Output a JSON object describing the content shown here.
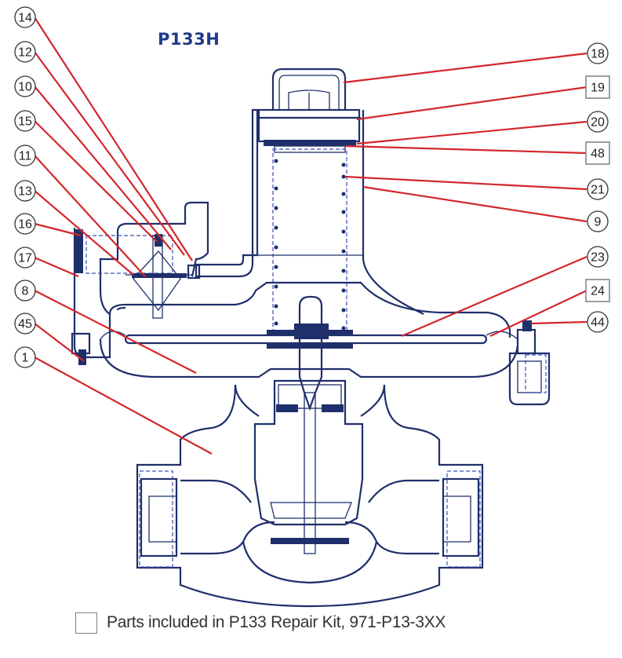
{
  "title": "P133H",
  "legend": {
    "text": "Parts included in P133 Repair Kit, 971-P13-3XX"
  },
  "callouts": [
    {
      "id": "14",
      "shape": "circle"
    },
    {
      "id": "12",
      "shape": "circle"
    },
    {
      "id": "10",
      "shape": "circle"
    },
    {
      "id": "15",
      "shape": "circle"
    },
    {
      "id": "11",
      "shape": "circle"
    },
    {
      "id": "13",
      "shape": "circle"
    },
    {
      "id": "16",
      "shape": "circle"
    },
    {
      "id": "17",
      "shape": "circle"
    },
    {
      "id": "8",
      "shape": "circle"
    },
    {
      "id": "45",
      "shape": "circle"
    },
    {
      "id": "1",
      "shape": "circle"
    },
    {
      "id": "18",
      "shape": "circle"
    },
    {
      "id": "19",
      "shape": "square"
    },
    {
      "id": "20",
      "shape": "circle"
    },
    {
      "id": "48",
      "shape": "square"
    },
    {
      "id": "21",
      "shape": "circle"
    },
    {
      "id": "9",
      "shape": "circle"
    },
    {
      "id": "23",
      "shape": "circle"
    },
    {
      "id": "24",
      "shape": "square"
    },
    {
      "id": "44",
      "shape": "circle"
    }
  ],
  "colors": {
    "leader": "#d3262b",
    "outline": "#1f2f6b",
    "title": "#1f3a8a",
    "kit_box": "#7a7f8a"
  }
}
